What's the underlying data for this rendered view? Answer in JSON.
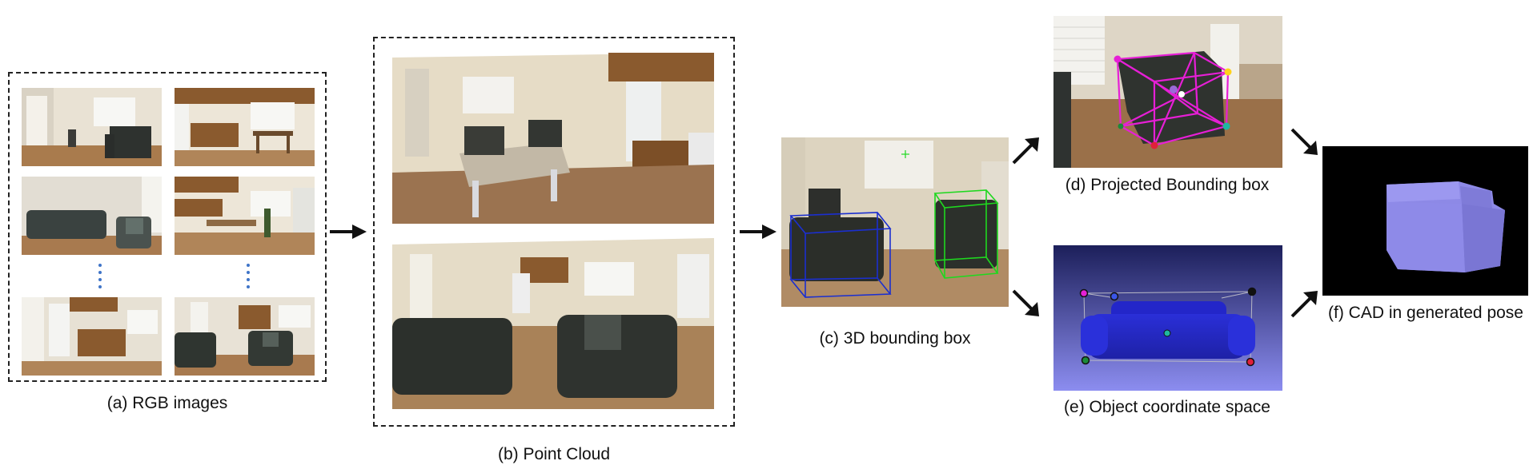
{
  "captions": {
    "a": "(a) RGB images",
    "b": "(b) Point Cloud",
    "c": "(c) 3D bounding box",
    "d": "(d) Projected Bounding box",
    "e": "(e) Object coordinate space",
    "f": "(f) CAD in generated pose"
  },
  "colors": {
    "wall": "#e7dfcf",
    "floor": "#a87a4f",
    "sofa": "#2f3430",
    "cabinet": "#8a5a2e",
    "box_blue": "#1b2fd0",
    "box_green": "#1fd81f",
    "box_magenta": "#e61fd6",
    "nocs_bg_top": "#1c1f5a",
    "nocs_bg_bottom": "#8c8df0",
    "nocs_sofa": "#2326c9",
    "cad_bg": "#000000",
    "cad_sofa": "#8d89e6",
    "arrow": "#111111",
    "dots": "#3f74c8"
  },
  "icons": {
    "arrow": "right-arrow-icon",
    "ellipsis": "vertical-ellipsis-icon"
  }
}
